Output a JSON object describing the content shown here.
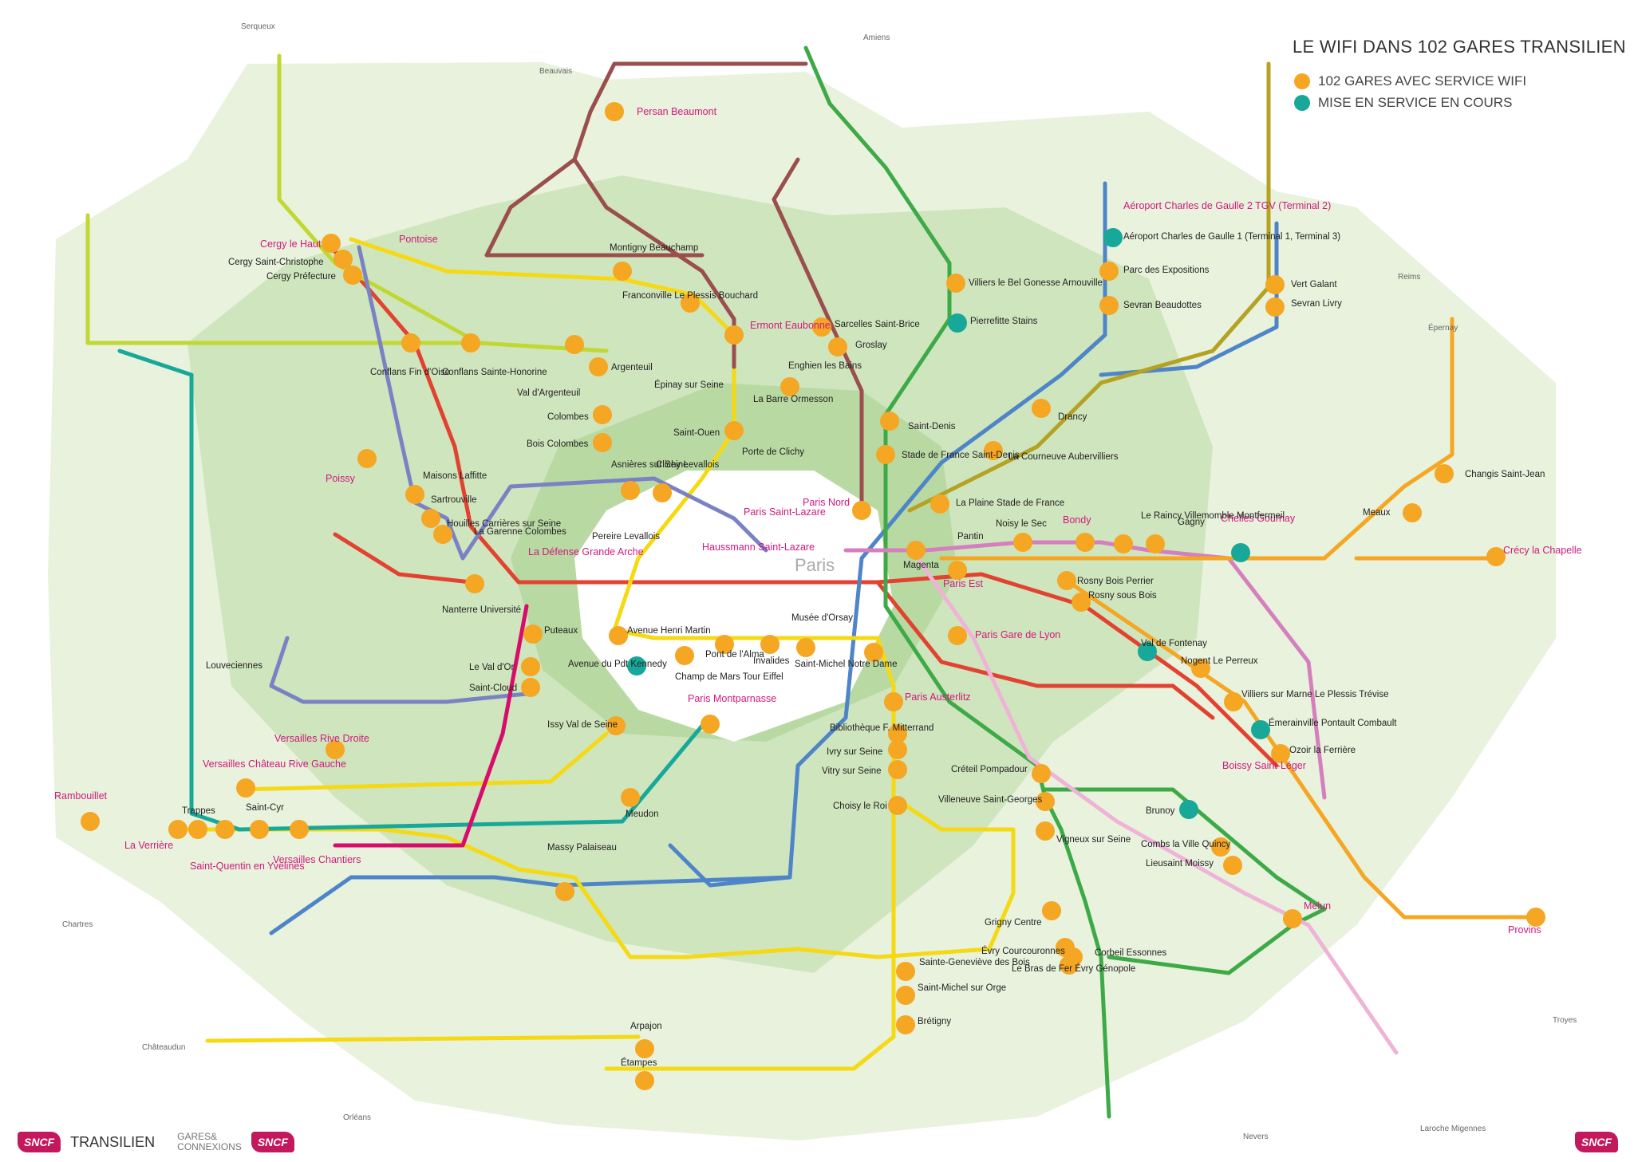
{
  "legend": {
    "title": "LE WIFI DANS 102 GARES TRANSILIEN",
    "items": [
      {
        "label": "102 GARES AVEC SERVICE WIFI",
        "color": "#f5a623"
      },
      {
        "label": "MISE EN SERVICE EN COURS",
        "color": "#17a89a"
      }
    ]
  },
  "footer": {
    "sncf": "SNCF",
    "transilien": "TRANSILIEN",
    "gares_line1": "GARES&",
    "gares_line2": "CONNEXIONS"
  },
  "colors": {
    "wifi": "#f5a623",
    "in_progress": "#17a89a",
    "major_label": "#d0197e",
    "zone_light": "#e8f2dc",
    "zone_mid": "#cfe5bd",
    "zone_dark": "#b9d9a3"
  },
  "map_labels": {
    "paris": "Paris",
    "destinations": [
      "Serqueux",
      "Beauvais",
      "Amiens",
      "Chartres",
      "Reims",
      "Épernay",
      "Troyes",
      "Laroche Migennes",
      "Nevers",
      "Orléans",
      "Châteaudun"
    ],
    "major_stations": [
      "Persan Beaumont",
      "Cergy le Haut",
      "Pontoise",
      "Ermont Eaubonne",
      "Paris Saint-Lazare",
      "Paris Nord",
      "Aéroport Charles de Gaulle 2 TGV (Terminal 2)",
      "Poissy",
      "La Défense Grande Arche",
      "Haussmann Saint-Lazare",
      "Paris Est",
      "Bondy",
      "Chelles Gournay",
      "Crécy la Chapelle",
      "Paris Gare de Lyon",
      "Paris Austerlitz",
      "Paris Montparnasse",
      "Versailles Rive Droite",
      "Versailles Château Rive Gauche",
      "Rambouillet",
      "La Verrière",
      "Saint-Quentin en Yvelines",
      "Versailles Chantiers",
      "Boissy Saint-Léger",
      "Melun",
      "Provins"
    ],
    "stations": [
      "Cergy Saint-Christophe",
      "Cergy Préfecture",
      "Montigny Beauchamp",
      "Franconville Le Plessis Bouchard",
      "Sarcelles Saint-Brice",
      "Groslay",
      "Villiers le Bel Gonesse Arnouville",
      "Pierrefitte Stains",
      "Aéroport Charles de Gaulle 1 (Terminal 1, Terminal 3)",
      "Parc des Expositions",
      "Sevran Beaudottes",
      "Vert Galant",
      "Sevran Livry",
      "Enghien les Bains",
      "La Barre Ormesson",
      "Épinay sur Seine",
      "Argenteuil",
      "Colombes",
      "Bois Colombes",
      "Saint-Ouen",
      "Porte de Clichy",
      "Asnières sur Seine",
      "Clichy Levallois",
      "Saint-Denis",
      "Stade de France Saint-Denis",
      "La Courneuve Aubervilliers",
      "Drancy",
      "Le Raincy Villemomble Montfermeil",
      "Gagny",
      "Changis Saint-Jean",
      "Meaux",
      "Conflans Fin d'Oise",
      "Conflans Sainte-Honorine",
      "Val d'Argenteuil",
      "Maisons Laffitte",
      "Sartrouville",
      "Houilles Carrières sur Seine",
      "La Garenne Colombes",
      "Pereire Levallois",
      "Nanterre Université",
      "La Plaine Stade de France",
      "Noisy le Sec",
      "Pantin",
      "Magenta",
      "Rosny Bois Perrier",
      "Rosny sous Bois",
      "Val de Fontenay",
      "Nogent Le Perreux",
      "Villiers sur Marne Le Plessis Trévise",
      "Émerainville Pontault Combault",
      "Ozoir la Ferrière",
      "Puteaux",
      "Le Val d'Or",
      "Saint-Cloud",
      "Louveciennes",
      "Avenue Henri Martin",
      "Avenue du Pdt Kennedy",
      "Pont de l'Alma",
      "Champ de Mars Tour Eiffel",
      "Invalides",
      "Musée d'Orsay",
      "Saint-Michel Notre Dame",
      "Issy Val de Seine",
      "Bibliothèque F. Mitterrand",
      "Ivry sur Seine",
      "Vitry sur Seine",
      "Choisy le Roi",
      "Créteil Pompadour",
      "Villeneuve Saint-Georges",
      "Vigneux sur Seine",
      "Brunoy",
      "Combs la Ville Quincy",
      "Lieusaint Moissy",
      "Trappes",
      "Saint-Cyr",
      "Meudon",
      "Massy Palaiseau",
      "Grigny Centre",
      "Évry Courcouronnes",
      "Le Bras de Fer Évry Génopole",
      "Corbeil Essonnes",
      "Sainte-Geneviève des Bois",
      "Saint-Michel sur Orge",
      "Brétigny",
      "Arpajon",
      "Étampes"
    ]
  }
}
